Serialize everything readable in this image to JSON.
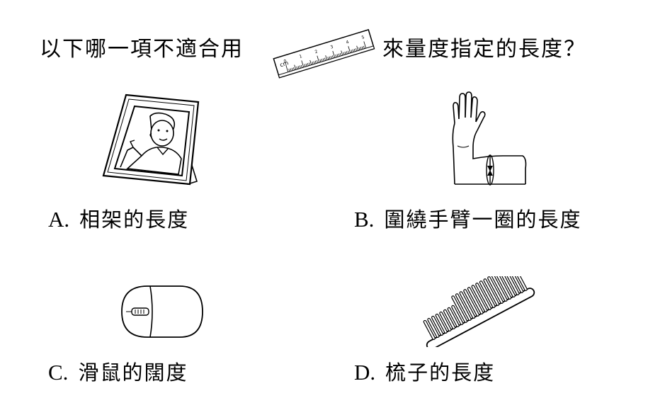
{
  "question": {
    "prefix": "以下哪一項不適合用",
    "suffix": "來量度指定的長度？",
    "ruler_icon": "ruler-icon",
    "ruler_unit": "cm",
    "ruler_marks": [
      "0",
      "1",
      "2",
      "3",
      "4",
      "5"
    ]
  },
  "options": [
    {
      "letter": "A.",
      "text": "相架的長度",
      "icon": "photo-frame-icon"
    },
    {
      "letter": "B.",
      "text": "圍繞手臂一圈的長度",
      "icon": "arm-icon"
    },
    {
      "letter": "C.",
      "text": "滑鼠的闊度",
      "icon": "mouse-icon"
    },
    {
      "letter": "D.",
      "text": "梳子的長度",
      "icon": "comb-icon"
    }
  ]
}
